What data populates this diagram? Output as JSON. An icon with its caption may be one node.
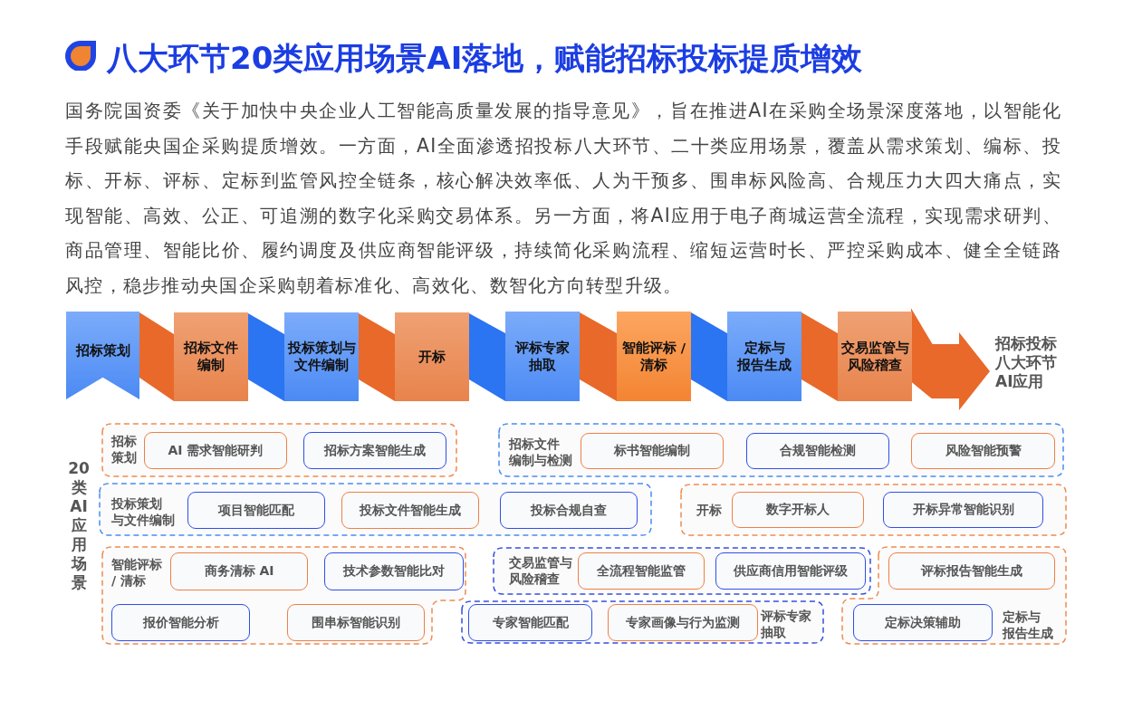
{
  "diagram": {
    "title": "八大环节20类应用场景AI落地，赋能招标投标提质增效",
    "nodes": [
      {
        "text": [
          "招标策划"
        ]
      },
      {
        "text": [
          "招标文件编制"
        ]
      },
      {
        "text": [
          "投标策划与文件编制"
        ]
      },
      {
        "text": [
          "开标"
        ]
      },
      {
        "text": [
          "评标专家抽取"
        ]
      },
      {
        "text": [
          "智能评标 / 清标"
        ]
      },
      {
        "text": [
          "定标与报告生成"
        ]
      },
      {
        "text": [
          "交易监管与风险稽查"
        ]
      },
      {
        "text": [
          "招标投标八大环节AI应用"
        ]
      },
      {
        "text": [
          "招标策划"
        ]
      },
      {
        "text": [
          "AI 需求智能研判"
        ],
        "in": 9
      },
      {
        "text": [
          "招标方案智能生成"
        ],
        "in": 9
      },
      {
        "text": [
          "招标文件编制与检测"
        ]
      },
      {
        "text": [
          "标书智能编制"
        ],
        "in": 12
      },
      {
        "text": [
          "合规智能检测"
        ],
        "in": 12
      },
      {
        "text": [
          "风险智能预警"
        ],
        "in": 12
      },
      {
        "text": [
          "投标策划与文件编制"
        ]
      },
      {
        "text": [
          "项目智能匹配"
        ],
        "in": 16
      },
      {
        "text": [
          "投标文件智能生成"
        ],
        "in": 16
      },
      {
        "text": [
          "投标合规自查"
        ],
        "in": 16
      },
      {
        "text": [
          "开标"
        ]
      },
      {
        "text": [
          "数字开标人"
        ],
        "in": 20
      },
      {
        "text": [
          "开标异常智能识别"
        ],
        "in": 20
      },
      {
        "text": [
          "智能评标 / 清标"
        ]
      },
      {
        "text": [
          "商务清标 AI"
        ],
        "in": 23
      },
      {
        "text": [
          "技术参数智能比对"
        ],
        "in": 23
      },
      {
        "text": [
          "报价智能分析"
        ],
        "in": 23
      },
      {
        "text": [
          "围串标智能识别"
        ],
        "in": 23
      },
      {
        "text": [
          "交易监管与风险稽查"
        ]
      },
      {
        "text": [
          "全流程智能监管"
        ],
        "in": 28
      },
      {
        "text": [
          "供应商信用智能评级"
        ],
        "in": 28
      },
      {
        "text": [
          "定标与报告生成"
        ]
      },
      {
        "text": [
          "评标报告智能生成"
        ],
        "in": 31
      },
      {
        "text": [
          "定标决策辅助"
        ],
        "in": 31
      },
      {
        "text": [
          "评标专家抽取"
        ]
      },
      {
        "text": [
          "专家智能匹配"
        ],
        "in": 34
      },
      {
        "text": [
          "专家画像与行为监测"
        ],
        "in": 34
      }
    ],
    "edges": [
      {
        "from": 0,
        "to": 1,
        "arrow": "none"
      },
      {
        "from": 1,
        "to": 2,
        "arrow": "none",
        "color": "#2b74f2"
      },
      {
        "from": 2,
        "to": 3,
        "arrow": "none"
      },
      {
        "from": 3,
        "to": 4,
        "arrow": "none",
        "color": "#2b74f2"
      },
      {
        "from": 4,
        "to": 5,
        "arrow": "none"
      },
      {
        "from": 5,
        "to": 6,
        "arrow": "none",
        "color": "#2b74f2"
      },
      {
        "from": 6,
        "to": 7,
        "arrow": "none"
      },
      {
        "from": 7,
        "to": 8,
        "arrow": "to"
      }
    ],
    "labels": [
      "国务院国资委《关于加快中央企业人工智能高质量发展的指导意见》，旨在推进AI在采购全场景深度落地，以智能化手段赋能央国企采购提质增效。一方面，AI全面渗透招投标八大环节、二十类应用场景，覆盖从需求策划、编标、投标、开标、评标、定标到监管风控全链条，核心解决效率低、人为干预多、围串标风险高、合规压力大四大痛点，实现智能、高效、公正、可追溯的数字化采购交易体系。另一方面，将AI应用于电子商城运营全流程，实现需求研判、商品管理、智能比价、履约调度及供应商智能评级，持续简化采购流程、缩短运营时长、严控采购成本、健全全链路风控，稳步推动央国企采购朝着标准化、高效化、数智化方向转型升级。",
      "20类AI应用场景"
    ]
  }
}
